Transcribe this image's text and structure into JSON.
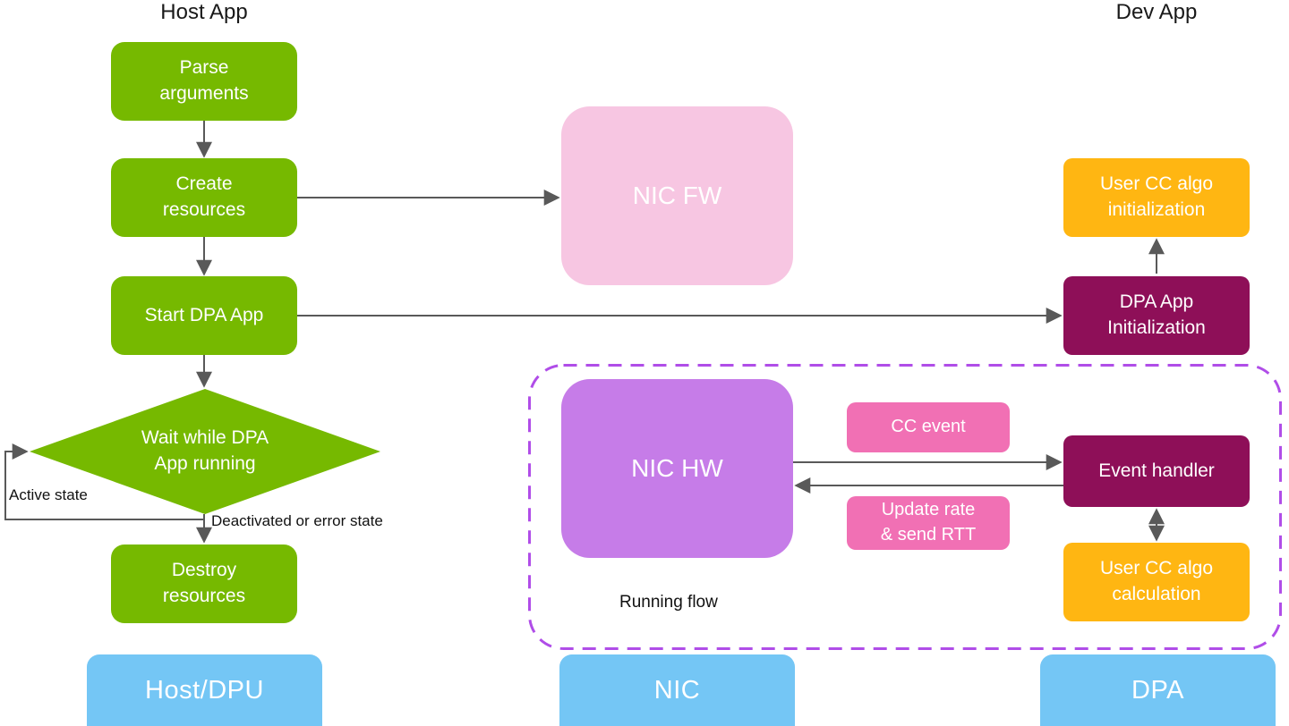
{
  "titles": {
    "host_app": "Host App",
    "dev_app": "Dev App"
  },
  "host_flow": {
    "parse_arguments": "Parse\narguments",
    "create_resources": "Create\nresources",
    "start_dpa_app": "Start DPA App",
    "wait_decision": "Wait while DPA\nApp running",
    "destroy_resources": "Destroy\nresources"
  },
  "nic": {
    "nic_fw": "NIC FW",
    "nic_hw": "NIC HW"
  },
  "events": {
    "cc_event": "CC event",
    "update_rate": "Update rate\n& send RTT"
  },
  "dev_flow": {
    "user_cc_init": "User CC algo\ninitialization",
    "dpa_app_init": "DPA App\nInitialization",
    "event_handler": "Event handler",
    "user_cc_calc": "User CC algo\ncalculation"
  },
  "labels": {
    "active_state": "Active state",
    "deactivated_state": "Deactivated or error state",
    "running_flow": "Running flow"
  },
  "platforms": {
    "host_dpu": "Host/DPU",
    "nic": "NIC",
    "dpa": "DPA"
  },
  "colors": {
    "green": "#76B900",
    "light_pink": "#F7C6E2",
    "purple": "#C67CE8",
    "pink": "#F170B4",
    "magenta": "#8E0F58",
    "amber": "#FFB612",
    "blue": "#74C6F5",
    "dashed_border": "#B04DE8",
    "arrow": "#595959"
  }
}
